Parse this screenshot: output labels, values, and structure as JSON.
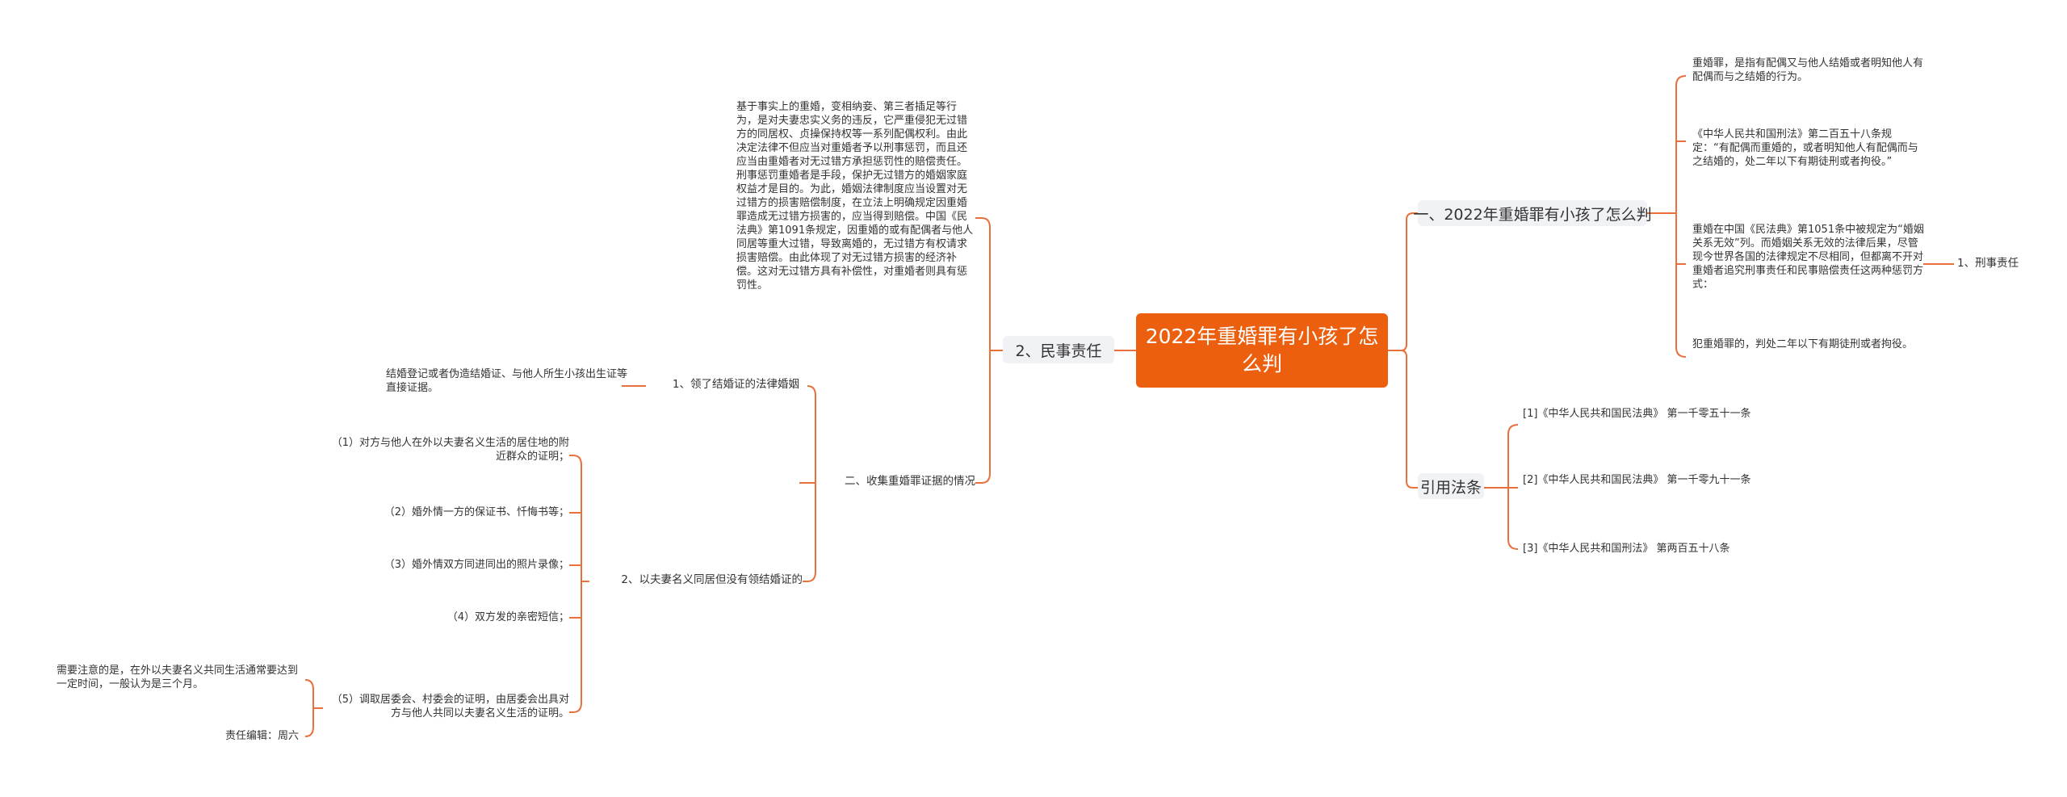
{
  "root": "2022年重婚罪有小孩了怎么判",
  "colors": {
    "accent": "#ec5f0f",
    "branch_bg": "#f0f2f5",
    "line": "#e8703a"
  },
  "right": {
    "branch1": {
      "label": "一、2022年重婚罪有小孩了怎么判",
      "items": [
        "重婚罪，是指有配偶又与他人结婚或者明知他人有配偶而与之结婚的行为。",
        "《中华人民共和国刑法》第二百五十八条规定：“有配偶而重婚的，或者明知他人有配偶而与之结婚的，处二年以下有期徒刑或者拘役。”",
        "重婚在中国《民法典》第1051条中被规定为“婚姻关系无效”列。而婚姻关系无效的法律后果，尽管现今世界各国的法律规定不尽相同，但都离不开对重婚者追究刑事责任和民事赔偿责任这两种惩罚方式：",
        "犯重婚罪的，判处二年以下有期徒刑或者拘役。"
      ],
      "sub_label": "1、刑事责任"
    },
    "branch2": {
      "label": "引用法条",
      "items": [
        "[1]《中华人民共和国民法典》 第一千零五十一条",
        "[2]《中华人民共和国民法典》 第一千零九十一条",
        "[3]《中华人民共和国刑法》 第两百五十八条"
      ]
    }
  },
  "left": {
    "branch1": {
      "label": "2、民事责任",
      "text": "基于事实上的重婚，变相纳妾、第三者插足等行为，是对夫妻忠实义务的违反，它严重侵犯无过错方的同居权、贞操保持权等一系列配偶权利。由此决定法律不但应当对重婚者予以刑事惩罚，而且还应当由重婚者对无过错方承担惩罚性的赔偿责任。刑事惩罚重婚者是手段，保护无过错方的婚姻家庭权益才是目的。为此，婚姻法律制度应当设置对无过错方的损害赔偿制度，在立法上明确规定因重婚罪造成无过错方损害的，应当得到赔偿。中国《民法典》第1091条规定，因重婚的或有配偶者与他人同居等重大过错，导致离婚的，无过错方有权请求损害赔偿。由此体现了对无过错方损害的经济补偿。这对无过错方具有补偿性，对重婚者则具有惩罚性。",
      "sub": {
        "label": "二、收集重婚罪证据的情况",
        "a_label": "1、领了结婚证的法律婚姻",
        "a_text": "结婚登记或者伪造结婚证、与他人所生小孩出生证等直接证据。",
        "b_label": "2、以夫妻名义同居但没有领结婚证的",
        "b_items": [
          "（1）对方与他人在外以夫妻名义生活的居住地的附近群众的证明；",
          "（2）婚外情一方的保证书、忏悔书等；",
          "（3）婚外情双方同进同出的照片录像；",
          "（4）双方发的亲密短信；",
          "（5）调取居委会、村委会的证明，由居委会出具对方与他人共同以夫妻名义生活的证明。"
        ],
        "note": "需要注意的是，在外以夫妻名义共同生活通常要达到一定时间，一般认为是三个月。",
        "editor": "责任编辑：周六"
      }
    }
  }
}
